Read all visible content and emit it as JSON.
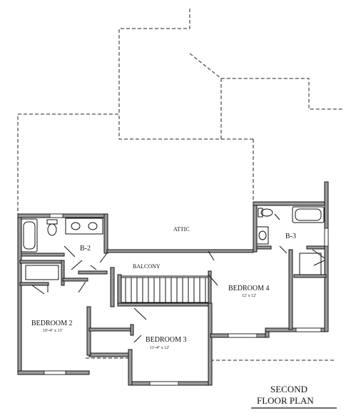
{
  "plan": {
    "title_line1": "SECOND",
    "title_line2": "FLOOR PLAN"
  },
  "rooms": {
    "attic": "ATTIC",
    "balcony": "BALCONY",
    "bath2": "B-2",
    "bath3": "B-3",
    "bedroom2": {
      "name": "BEDROOM 2",
      "size": "10'-4\" x 13'"
    },
    "bedroom3": {
      "name": "BEDROOM 3",
      "size": "11'-4\" x 12'"
    },
    "bedroom4": {
      "name": "BEDROOM 4",
      "size": "12' x 12'"
    }
  },
  "colors": {
    "wall_fill": "#9a9a9a",
    "wall_stroke": "#111111",
    "dash": "#222222"
  }
}
